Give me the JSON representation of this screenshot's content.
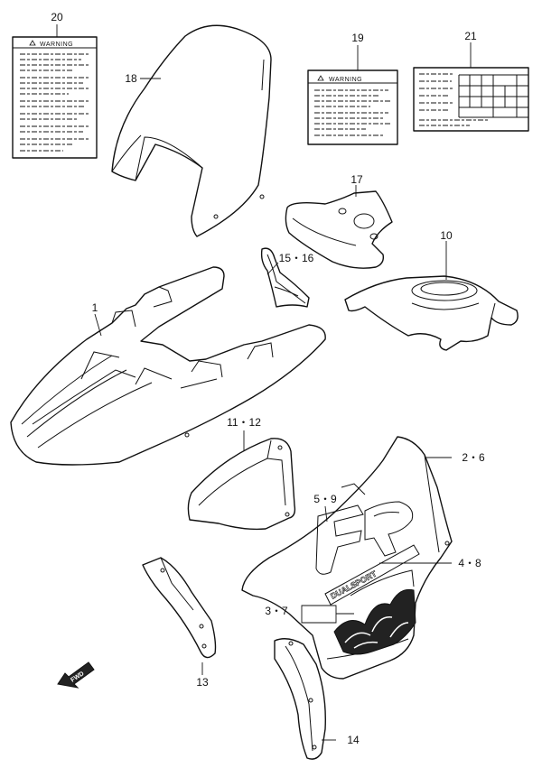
{
  "diagram": {
    "part_labels": {
      "p1": "1",
      "p2_6": "2・6",
      "p3_7": "3・7",
      "p4_8": "4・8",
      "p5_9": "5・9",
      "p10": "10",
      "p11_12": "11・12",
      "p13": "13",
      "p14": "14",
      "p15_16": "15・16",
      "p17": "17",
      "p18": "18",
      "p19": "19",
      "p20": "20",
      "p21": "21"
    },
    "warning_text": "WARNING",
    "fwd_text": "FWD",
    "decal_text": "DUALSPORT"
  }
}
